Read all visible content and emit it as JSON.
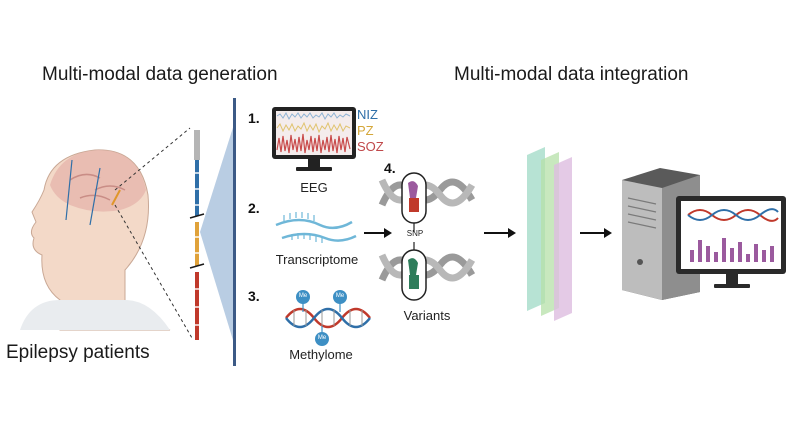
{
  "titles": {
    "left": "Multi-modal data generation",
    "right": "Multi-modal data integration"
  },
  "patients_label": "Epilepsy patients",
  "steps": {
    "s1": "1.",
    "s2": "2.",
    "s3": "3.",
    "s4": "4."
  },
  "eeg": {
    "label": "EEG",
    "legend": [
      {
        "text": "NIZ",
        "color": "#2f6fa8"
      },
      {
        "text": "PZ",
        "color": "#d4a73a"
      },
      {
        "text": "SOZ",
        "color": "#c0484a"
      }
    ]
  },
  "transcriptome_label": "Transcriptome",
  "methylome": {
    "label": "Methylome",
    "mark": "Me"
  },
  "variants": {
    "label": "Variants",
    "snp": "SNP"
  },
  "colors": {
    "panel_line": "#3c5a86",
    "wedge": "#b9cde3",
    "dna_gray": "#9a9a9a",
    "dna_red": "#c0392b",
    "dna_blue": "#2f6fa8",
    "methyl_ball": "#3d8fc4",
    "layer_teal": "#9fd9c6",
    "layer_green": "#b6e0a8",
    "layer_pink": "#ddbde0",
    "bar_purple": "#9b5a9e"
  }
}
